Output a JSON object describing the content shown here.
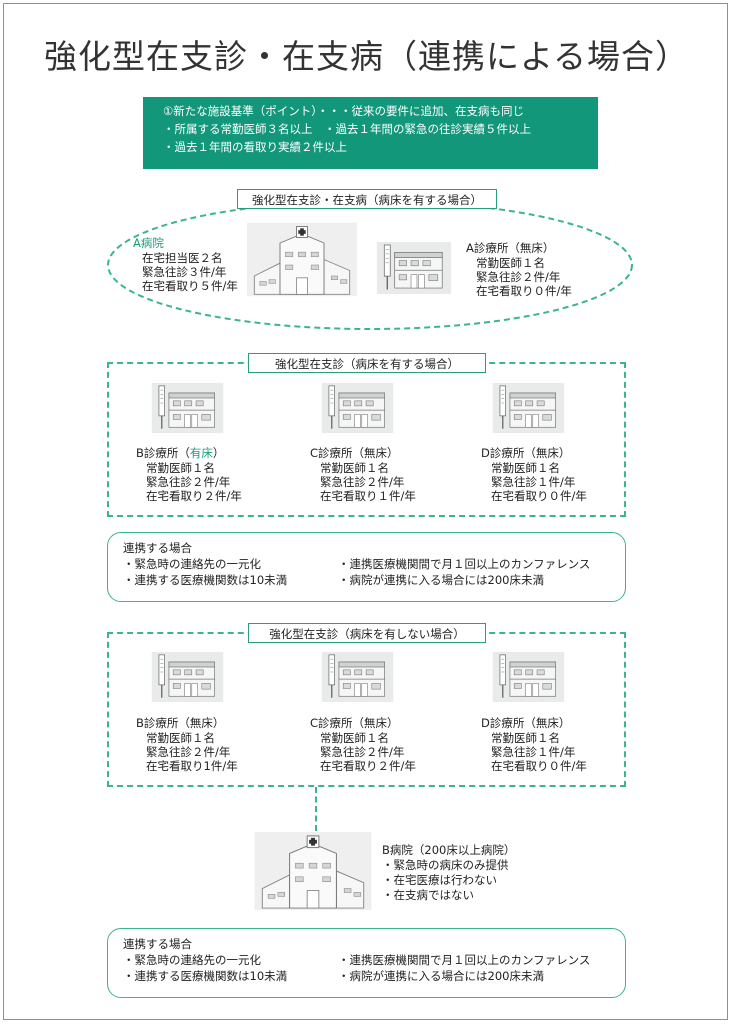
{
  "title": "強化型在支診・在支病（連携による場合）",
  "requirements": [
    "①新たな施設基準（ポイント）・・・従来の要件に追加、在支病も同じ",
    "・所属する常勤医師３名以上　・過去１年間の緊急の往診実績５件以上",
    "・過去１年間の看取り実績２件以上"
  ],
  "group1": {
    "label": "強化型在支診・在支病（病床を有する場合）",
    "hospital": {
      "name": "A病院",
      "lines": [
        "在宅担当医２名",
        "緊急往診３件/年",
        "在宅看取り５件/年"
      ]
    },
    "clinic": {
      "name": "A診療所（無床）",
      "lines": [
        "常勤医師１名",
        "緊急往診２件/年",
        "在宅看取り０件/年"
      ]
    }
  },
  "group2": {
    "label": "強化型在支診（病床を有する場合）",
    "clinics": [
      {
        "name_prefix": "B診療所（",
        "name_accent": "有床",
        "name_suffix": "）",
        "lines": [
          "常勤医師１名",
          "緊急往診２件/年",
          "在宅看取り２件/年"
        ]
      },
      {
        "name": "C診療所（無床）",
        "lines": [
          "常勤医師１名",
          "緊急往診２件/年",
          "在宅看取り１件/年"
        ]
      },
      {
        "name": "D診療所（無床）",
        "lines": [
          "常勤医師１名",
          "緊急往診１件/年",
          "在宅看取り０件/年"
        ]
      }
    ]
  },
  "collab1": {
    "heading": "連携する場合",
    "left": [
      "・緊急時の連絡先の一元化",
      "・連携する医療機関数は10未満"
    ],
    "right": [
      "・連携医療機関間で月１回以上のカンファレンス",
      "・病院が連携に入る場合には200床未満"
    ]
  },
  "group3": {
    "label": "強化型在支診（病床を有しない場合）",
    "clinics": [
      {
        "name": "B診療所（無床）",
        "lines": [
          "常勤医師１名",
          "緊急往診２件/年",
          "在宅看取り1件/年"
        ]
      },
      {
        "name": "C診療所（無床）",
        "lines": [
          "常勤医師１名",
          "緊急往診２件/年",
          "在宅看取り２件/年"
        ]
      },
      {
        "name": "D診療所（無床）",
        "lines": [
          "常勤医師１名",
          "緊急往診１件/年",
          "在宅看取り０件/年"
        ]
      }
    ]
  },
  "hospitalB": {
    "name": "B病院（200床以上病院）",
    "lines": [
      "・緊急時の病床のみ提供",
      "・在宅医療は行わない",
      "・在支病ではない"
    ]
  },
  "collab2": {
    "heading": "連携する場合",
    "left": [
      "・緊急時の連絡先の一元化",
      "・連携する医療機関数は10未満"
    ],
    "right": [
      "・連携医療機関間で月１回以上のカンファレンス",
      "・病院が連携に入る場合には200床未満"
    ]
  },
  "colors": {
    "accent": "#12977a",
    "dash": "#3cb58a",
    "highlight": "#1a9d77"
  }
}
